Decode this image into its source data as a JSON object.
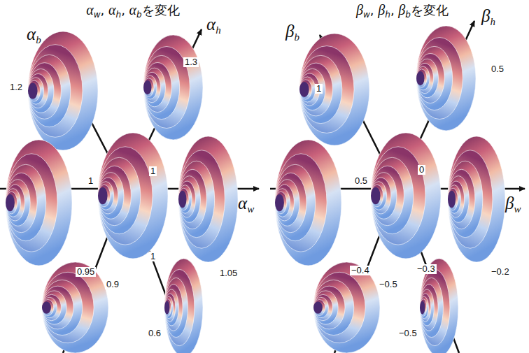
{
  "diagram": {
    "labels": [
      "αw, αh, αbを変化",
      "βw, βh, βbを変化",
      "αb",
      "αh",
      "αw",
      "1.2",
      "1.3",
      "1",
      "1",
      "0.95",
      "1",
      "1.05",
      "0.9",
      "0.6",
      "βb",
      "βh",
      "βw",
      "1",
      "0.5",
      "0.5",
      "0",
      "−0.4",
      "−0.3",
      "−0.2",
      "−0.5",
      "−0.5"
    ]
  }
}
